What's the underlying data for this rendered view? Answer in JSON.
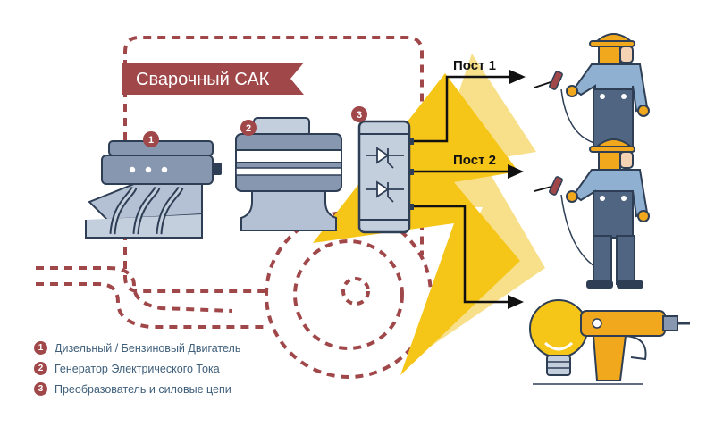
{
  "title": "Сварочный САК",
  "outputs": {
    "post1": "Пост 1",
    "post2": "Пост 2"
  },
  "badges": [
    "1",
    "2",
    "3"
  ],
  "legend": [
    {
      "num": "1",
      "text": "Дизельный / Бензиновый Двигатель"
    },
    {
      "num": "2",
      "text": "Генератор Электрического Тока"
    },
    {
      "num": "3",
      "text": "Преобразователь и силовые цепи"
    }
  ],
  "colors": {
    "accent": "#a0474a",
    "line": "#2e3e55",
    "body": "#8797b0",
    "body_light": "#c4cfde",
    "lightning": "#f5c518",
    "helmet": "#f2a81c",
    "text": "#3f5f7a"
  }
}
